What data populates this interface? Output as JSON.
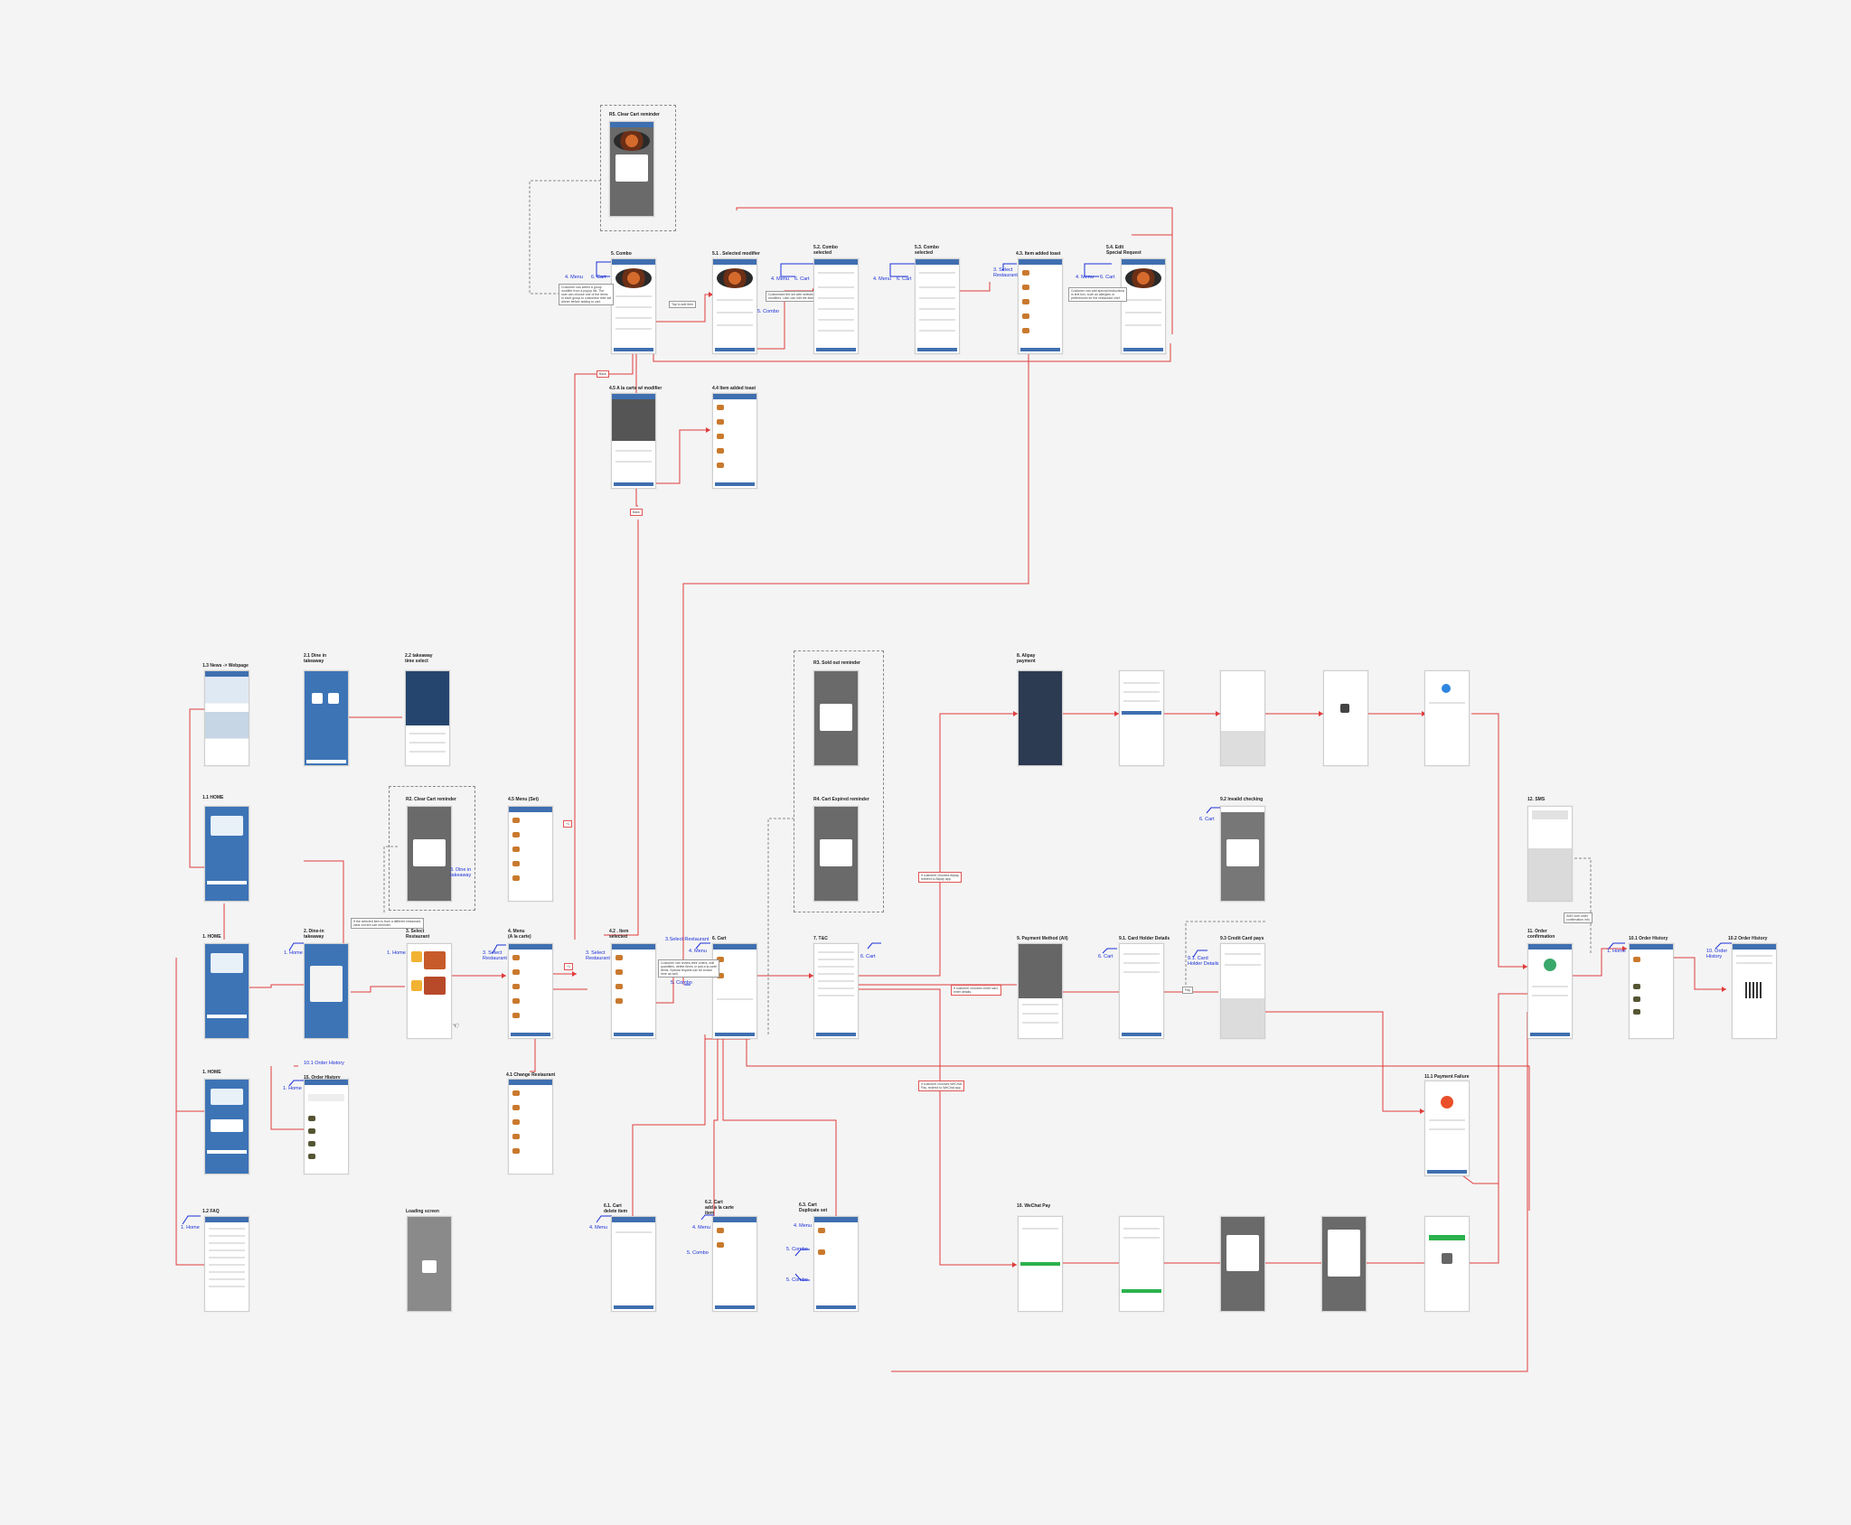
{
  "screens": [
    {
      "id": "s-clear-cart-top",
      "title": "R5. Clear Cart reminder"
    },
    {
      "id": "s-combo",
      "title": "5. Combo"
    },
    {
      "id": "s-selected-modifier",
      "title": "5.1 . Selected modifier"
    },
    {
      "id": "s-combo-selected-2",
      "title": "5.2. Combo\nselected"
    },
    {
      "id": "s-combo-selected-3",
      "title": "5.3. Combo\nselected"
    },
    {
      "id": "s-item-added-toast-combo",
      "title": "4.3. Item added toast"
    },
    {
      "id": "s-edit-special-request",
      "title": "5.4. Edit\nSpecial Request"
    },
    {
      "id": "s-alacarte-modifier",
      "title": "4.5 A la carte w/ modifier"
    },
    {
      "id": "s-item-added-toast",
      "title": "4.4 Item added toast"
    },
    {
      "id": "s-news-webpage",
      "title": "1.3 News -> Webpage"
    },
    {
      "id": "s-dine-in",
      "title": "2.1 Dine in\ntakeaway"
    },
    {
      "id": "s-takeaway-time",
      "title": "2.2 takeaway\ntime select"
    },
    {
      "id": "s-home-11",
      "title": "1.1 HOME"
    },
    {
      "id": "s-clear-cart-mid",
      "title": "R2. Clear Cart reminder"
    },
    {
      "id": "s-menu-set",
      "title": "4.5 Menu (Set)"
    },
    {
      "id": "s-soldout",
      "title": "R3. Sold out reminder"
    },
    {
      "id": "s-cart-expired",
      "title": "R4. Cart Expired reminder"
    },
    {
      "id": "s-alipay",
      "title": "8. Alipay\npayment"
    },
    {
      "id": "s-invalid-checking",
      "title": "9.2 Invalid checking"
    },
    {
      "id": "s-sms",
      "title": "12. SMS"
    },
    {
      "id": "s-home",
      "title": "1. HOME"
    },
    {
      "id": "s-dinein-takeaway",
      "title": "2. Dine-in\ntakeaway"
    },
    {
      "id": "s-select-restaurant",
      "title": "3. Select\nRestaurant"
    },
    {
      "id": "s-menu",
      "title": "4. Menu\n(A la carte)"
    },
    {
      "id": "s-item-selected",
      "title": "4.2 . Item\nselected"
    },
    {
      "id": "s-cart",
      "title": "6. Cart"
    },
    {
      "id": "s-tc",
      "title": "7. T&C"
    },
    {
      "id": "s-payment-method",
      "title": "9. Payment Method (All)"
    },
    {
      "id": "s-card-holder",
      "title": "9.1. Card Holder Details"
    },
    {
      "id": "s-credit-card",
      "title": "9.3 Credit Card pays"
    },
    {
      "id": "s-order-confirmation",
      "title": "11. Order\nconfirmation"
    },
    {
      "id": "s-order-history-101",
      "title": "10.1 Order History"
    },
    {
      "id": "s-order-history-102",
      "title": "10.2 Order History"
    },
    {
      "id": "s-home-logged",
      "title": "1. HOME"
    },
    {
      "id": "s-order-history-15",
      "title": "15. Order History"
    },
    {
      "id": "s-change-restaurant",
      "title": "4.1 Change Restaurant"
    },
    {
      "id": "s-payment-failure",
      "title": "11.1 Payment Failure"
    },
    {
      "id": "s-faq",
      "title": "1.2 FAQ"
    },
    {
      "id": "s-loading",
      "title": "Loading screen"
    },
    {
      "id": "s-cart-delete",
      "title": "6.1. Cart\ndelete item"
    },
    {
      "id": "s-cart-add",
      "title": "6.2. Cart\nadd a la carte\nitem"
    },
    {
      "id": "s-cart-duplicate",
      "title": "6.3. Cart\nDuplicate set"
    },
    {
      "id": "s-wechat",
      "title": "10. WeChat Pay"
    }
  ],
  "nav_labels": [
    "4. Menu",
    "6. Cart",
    "4. Menu",
    "6. Cart",
    "5. Combo",
    "4. Menu",
    "6. Cart",
    "3. Select\nRestaurant",
    "4. Menu",
    "6. Cart",
    "1. Home",
    "3. Dine in\ntakeaway",
    "1. Home",
    "3. Dine in\ntakeaway",
    "3. Select\nRestaurant",
    "3. Select\nRestaurant",
    "3.Select Restaurant",
    "4. Menu",
    "5. Combo",
    "6. Cart",
    "6. Cart",
    "6. Cart",
    "9.1. Card\nHolder Details",
    "1. Home",
    "1. Home",
    "10. Order\nHistory",
    "10.1 Order History",
    "1. Home",
    "1. Home",
    "4. Menu",
    "4. Menu",
    "5. Combo",
    "4. Menu",
    "5. Combo",
    "5. Combo"
  ],
  "notes": {
    "combo_note": "Customer can select a group\nmodifier from a popup list. The\nuser can choose one of the items\nin each group to customise their set\ndinner before adding to cart.",
    "tap_add": "Tap to add item",
    "selected_note": "Customised the set with selected\nmodifiers. User can edit the items",
    "special_note": "Customer can add special instructions\nin text box, such as allergies or\npreferences for the restaurant chef",
    "back_label": "Back",
    "plus_label": "+1",
    "clear_note": "If the selected item is from a different restaurant,\nclear current cart reminder.",
    "cart_note": "Customer can review their orders, edit\nquantities, delete items or add a la carte\nitems. Special request can be shown\nhere as well.",
    "alipay_note": "If customer chooses Alipay,\nredirect to Alipay app.",
    "card_note": "If customer chooses credit card,\nenter details.",
    "wechat_note": "If customer chooses WeChat\nPay, redirect to WeChat app.",
    "sms_note": "SMS with order\nconfirmation info",
    "pay_label": "Pay"
  },
  "colors": {
    "flow_red": "#e03c3c",
    "nav_blue": "#1a2fd8",
    "app_blue": "#3d74b6",
    "background": "#f4f4f4"
  }
}
